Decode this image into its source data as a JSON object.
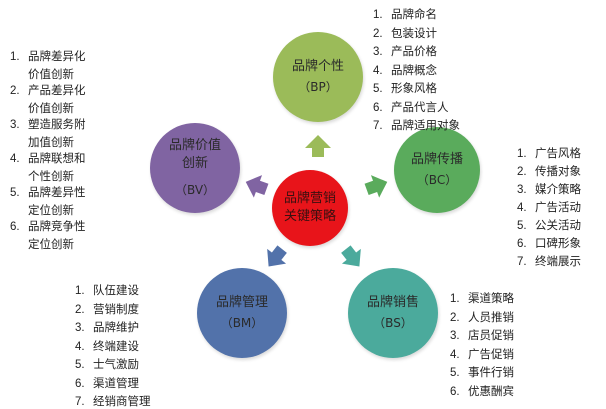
{
  "center": {
    "label_line1": "品牌营销",
    "label_line2": "关键策略",
    "color": "#e8141a"
  },
  "nodes": {
    "bp": {
      "name": "品牌个性",
      "code": "（BP）",
      "color": "#9bbb59",
      "items": [
        "1.",
        "品牌命名",
        "2.",
        "包装设计",
        "3.",
        "产品价格",
        "4.",
        "品牌概念",
        "5.",
        "形象风格",
        "6.",
        "产品代言人",
        "7.",
        "品牌适用对象"
      ]
    },
    "bc": {
      "name": "品牌传播",
      "code": "（BC）",
      "color": "#5aab5c",
      "items": [
        "1.",
        "广告风格",
        "2.",
        "传播对象",
        "3.",
        "媒介策略",
        "4.",
        "广告活动",
        "5.",
        "公关活动",
        "6.",
        "口碑形象",
        "7.",
        "终端展示"
      ]
    },
    "bs": {
      "name": "品牌销售",
      "code": "（BS）",
      "color": "#4baa9c",
      "items": [
        "1.",
        "渠道策略",
        "2.",
        "人员推销",
        "3.",
        "店员促销",
        "4.",
        "广告促销",
        "5.",
        "事件行销",
        "6.",
        "优惠酬宾"
      ]
    },
    "bm": {
      "name": "品牌管理",
      "code": "（BM）",
      "color": "#5272aa",
      "items": [
        "1.",
        "队伍建设",
        "2.",
        "营销制度",
        "3.",
        "品牌维护",
        "4.",
        "终端建设",
        "5.",
        "士气激励",
        "6.",
        "渠道管理",
        "7.",
        "经销商管理"
      ]
    },
    "bv": {
      "name_line1": "品牌价值",
      "name_line2": "创新",
      "code": "（BV）",
      "color": "#8064a2",
      "items": [
        {
          "n": "1.",
          "a": "品牌差异化",
          "b": "价值创新"
        },
        {
          "n": "2.",
          "a": "产品差异化",
          "b": "价值创新"
        },
        {
          "n": "3.",
          "a": "塑造服务附",
          "b": "加值创新"
        },
        {
          "n": "4.",
          "a": "品牌联想和",
          "b": "个性创新"
        },
        {
          "n": "5.",
          "a": "品牌差异性",
          "b": "定位创新"
        },
        {
          "n": "6.",
          "a": "品牌竞争性",
          "b": "定位创新"
        }
      ]
    }
  }
}
